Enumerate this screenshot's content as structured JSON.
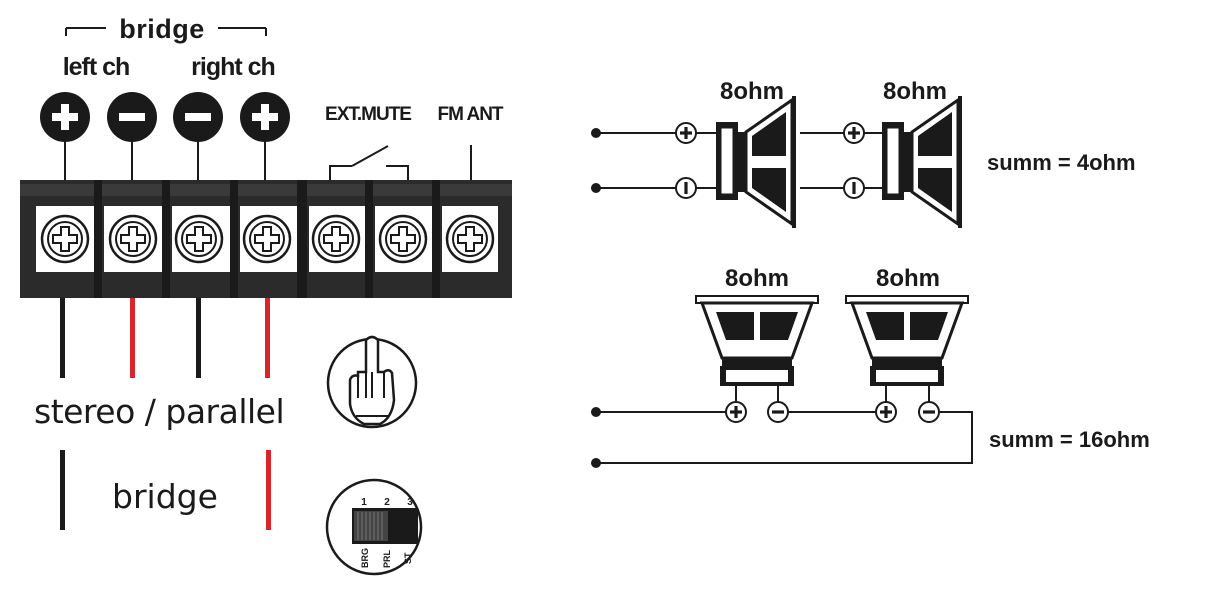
{
  "terminal_block": {
    "bridge_label": "bridge",
    "left_ch_label": "left ch",
    "right_ch_label": "right ch",
    "ext_mute_label": "EXT.MUTE",
    "fm_ant_label": "FM ANT",
    "stereo_parallel_label": "stereo / parallel",
    "bridge_bottom_label": "bridge"
  },
  "mode_switch": {
    "positions": [
      "1",
      "2",
      "3"
    ],
    "modes": [
      "BRG",
      "PRL",
      "ST"
    ]
  },
  "parallel_wiring": {
    "speaker_1_label": "8ohm",
    "speaker_2_label": "8ohm",
    "sum_label": "summ = 4ohm"
  },
  "series_wiring": {
    "speaker_1_label": "8ohm",
    "speaker_2_label": "8ohm",
    "sum_label": "summ = 16ohm"
  },
  "colors": {
    "ink": "#1a1a1a",
    "red_wire": "#d8242a",
    "terminal_body": "#2b2b2b"
  }
}
